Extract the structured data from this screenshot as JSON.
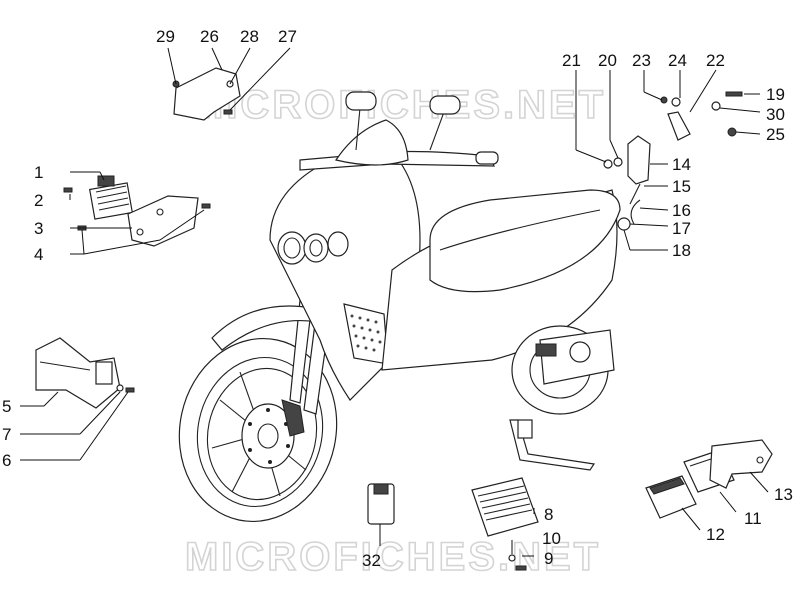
{
  "watermark": {
    "top": "MICROFICHES.NET",
    "bottom": "MICROFICHES.NET"
  },
  "part_numbers": {
    "p1": "1",
    "p2": "2",
    "p3": "3",
    "p4": "4",
    "p5": "5",
    "p6": "6",
    "p7": "7",
    "p8": "8",
    "p9": "9",
    "p10": "10",
    "p11": "11",
    "p12": "12",
    "p13": "13",
    "p14": "14",
    "p15": "15",
    "p16": "16",
    "p17": "17",
    "p18": "18",
    "p19": "19",
    "p20": "20",
    "p21": "21",
    "p22": "22",
    "p23": "23",
    "p24": "24",
    "p25": "25",
    "p26": "26",
    "p27": "27",
    "p28": "28",
    "p29": "29",
    "p30": "30",
    "p32": "32"
  }
}
